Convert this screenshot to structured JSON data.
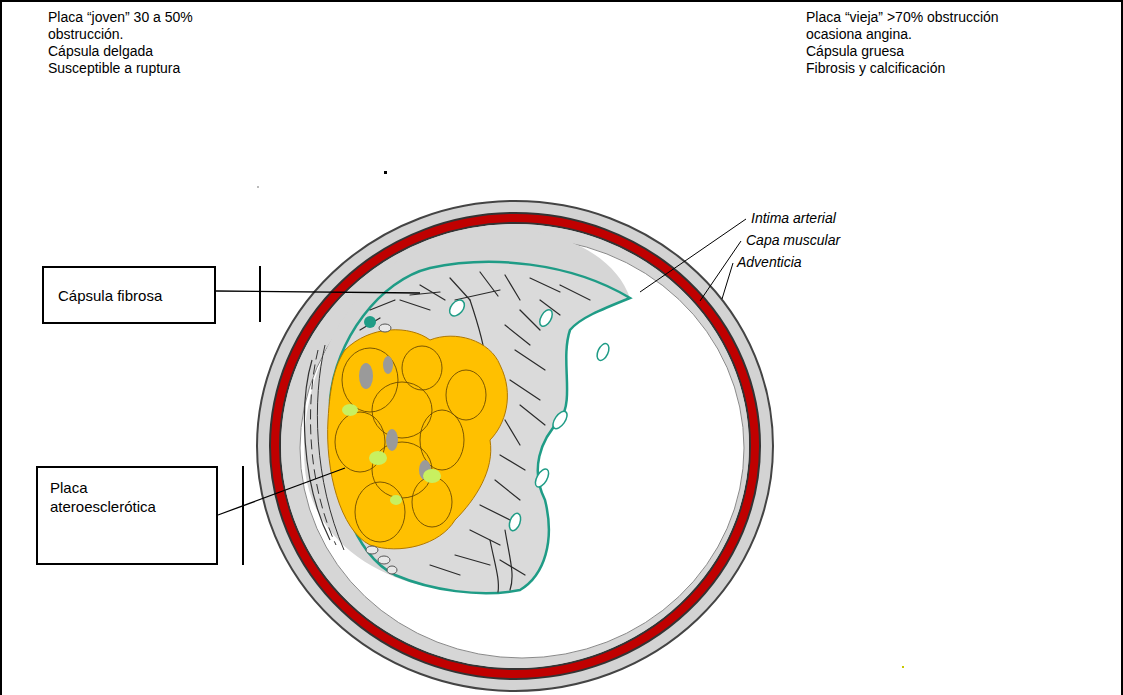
{
  "diagram": {
    "nodes": [
      {
        "text": [
          "Cápsula fibrosa"
        ]
      },
      {
        "text": [
          "Placa ateroesclerótica"
        ]
      }
    ],
    "labels": [
      "Placa “joven” 30 a 50% obstrucción.",
      "Cápsula delgada",
      "Susceptible a ruptura",
      "Placa “vieja” >70% obstrucción ocasiona angina.",
      "Cápsula gruesa",
      "Fibrosis y calcificación",
      "Intima arterial",
      "Capa muscular",
      "Adventicia"
    ]
  }
}
